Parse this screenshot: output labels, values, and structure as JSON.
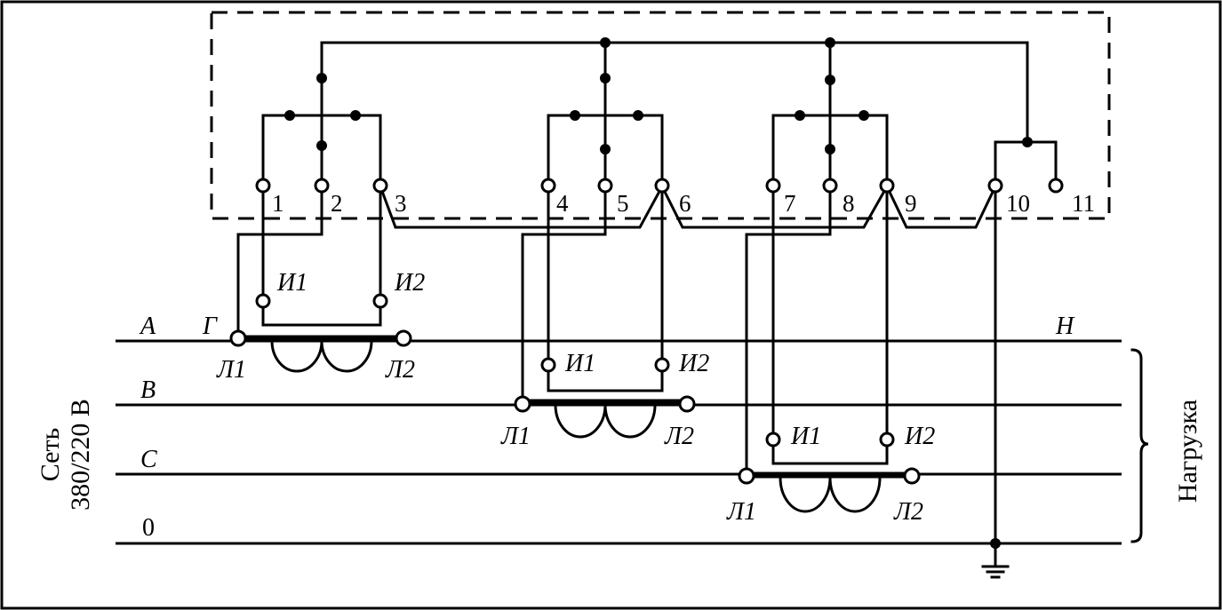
{
  "meter": {
    "terminals": [
      "1",
      "2",
      "3",
      "4",
      "5",
      "6",
      "7",
      "8",
      "9",
      "10",
      "11"
    ]
  },
  "transformers": [
    {
      "primary_start": "Л1",
      "primary_end": "Л2",
      "secondary_start": "И1",
      "secondary_end": "И2"
    },
    {
      "primary_start": "Л1",
      "primary_end": "Л2",
      "secondary_start": "И1",
      "secondary_end": "И2"
    },
    {
      "primary_start": "Л1",
      "primary_end": "Л2",
      "secondary_start": "И1",
      "secondary_end": "И2"
    }
  ],
  "lines": {
    "a": "A",
    "b": "B",
    "c": "C",
    "zero": "0"
  },
  "source_marker": "Г",
  "load_marker": "Н",
  "network": {
    "line1": "Сеть",
    "line2": "380/220 В"
  },
  "load_label": "Нагрузка",
  "colors": {
    "ink": "#000000",
    "paper": "#ffffff"
  }
}
